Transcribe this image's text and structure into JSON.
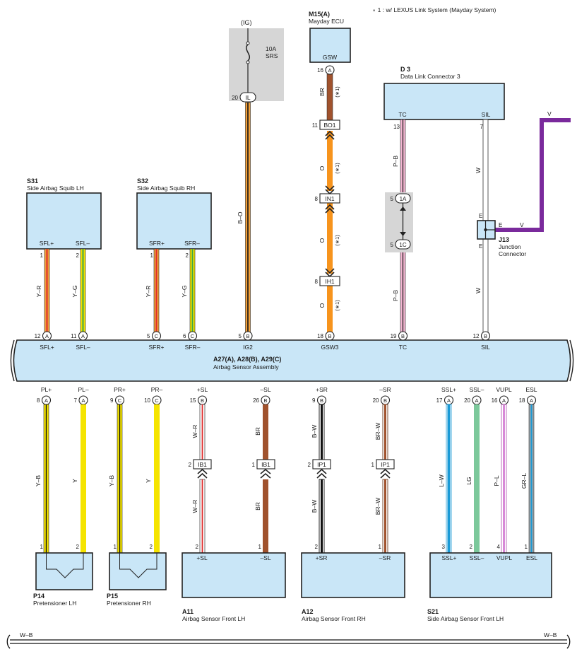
{
  "note": "∘ 1 : w/ LEXUS Link System (Mayday System)",
  "ig": {
    "label": "(IG)",
    "fuse_amp": "10A",
    "fuse_name": "SRS",
    "pin": "20",
    "conn": "IL"
  },
  "m15": {
    "code": "M15(A)",
    "name": "Mayday ECU",
    "terminal": "GSW",
    "pin": "16",
    "conn": "A"
  },
  "d3": {
    "code": "D 3",
    "name": "Data Link Connector 3",
    "term_tc": "TC",
    "term_sil": "SIL",
    "pin_tc": "13",
    "pin_sil": "7"
  },
  "s31": {
    "code": "S31",
    "name": "Side Airbag Squib LH",
    "t1": "SFL+",
    "t2": "SFL–",
    "p1": "1",
    "p2": "2"
  },
  "s32": {
    "code": "S32",
    "name": "Side Airbag Squib RH",
    "t1": "SFR+",
    "t2": "SFR–",
    "p1": "1",
    "p2": "2"
  },
  "j13": {
    "code": "J13",
    "name1": "Junction",
    "name2": "Connector",
    "e": "E",
    "v": "V"
  },
  "wires": {
    "yr": "Y–R",
    "yg": "Y–G",
    "bo": "B–O",
    "br": "BR",
    "o": "O",
    "pb": "P–B",
    "w": "W",
    "v": "V",
    "wr": "W–R",
    "bw": "B–W",
    "brw": "BR–W",
    "yb": "Y–B",
    "y": "Y",
    "lw": "L–W",
    "lg": "LG",
    "pl": "P–L",
    "grl": "GR–L",
    "wb": "W–B",
    "star1": "(∗1)"
  },
  "inline": {
    "bo1": "BO1",
    "in1": "IN1",
    "ih1": "IH1",
    "bo1_pin": "11",
    "in1_pin": "8",
    "ih1_pin": "8",
    "c1a": "1A",
    "c1c": "1C",
    "c1a_pin": "5",
    "c1c_pin": "5",
    "ib1": "IB1",
    "ip1": "IP1",
    "ib1a_pin": "2",
    "ib1b_pin": "1",
    "ip1a_pin": "2",
    "ip1b_pin": "1"
  },
  "asm": {
    "title": "A27(A), A28(B), A29(C)",
    "name": "Airbag Sensor Assembly",
    "top": [
      {
        "label": "SFL+",
        "pin": "12",
        "conn": "A"
      },
      {
        "label": "SFL–",
        "pin": "11",
        "conn": "A"
      },
      {
        "label": "SFR+",
        "pin": "5",
        "conn": "C"
      },
      {
        "label": "SFR–",
        "pin": "6",
        "conn": "C"
      },
      {
        "label": "IG2",
        "pin": "5",
        "conn": "B"
      },
      {
        "label": "GSW3",
        "pin": "18",
        "conn": "B"
      },
      {
        "label": "TC",
        "pin": "19",
        "conn": "B"
      },
      {
        "label": "SIL",
        "pin": "12",
        "conn": "B"
      }
    ],
    "bottom": [
      {
        "label": "PL+",
        "pin": "8",
        "conn": "A"
      },
      {
        "label": "PL–",
        "pin": "7",
        "conn": "A"
      },
      {
        "label": "PR+",
        "pin": "9",
        "conn": "C"
      },
      {
        "label": "PR–",
        "pin": "10",
        "conn": "C"
      },
      {
        "label": "+SL",
        "pin": "15",
        "conn": "B"
      },
      {
        "label": "–SL",
        "pin": "26",
        "conn": "B"
      },
      {
        "label": "+SR",
        "pin": "9",
        "conn": "B"
      },
      {
        "label": "–SR",
        "pin": "20",
        "conn": "B"
      },
      {
        "label": "SSL+",
        "pin": "17",
        "conn": "A"
      },
      {
        "label": "SSL–",
        "pin": "20",
        "conn": "A"
      },
      {
        "label": "VUPL",
        "pin": "16",
        "conn": "A"
      },
      {
        "label": "ESL",
        "pin": "18",
        "conn": "A"
      }
    ]
  },
  "p14": {
    "code": "P14",
    "name": "Pretensioner LH",
    "p1": "1",
    "p2": "2"
  },
  "p15": {
    "code": "P15",
    "name": "Pretensioner RH",
    "p1": "1",
    "p2": "2"
  },
  "a11": {
    "code": "A11",
    "name": "Airbag Sensor Front LH",
    "t1": "+SL",
    "t2": "–SL",
    "p1": "2",
    "p2": "1"
  },
  "a12": {
    "code": "A12",
    "name": "Airbag Sensor Front RH",
    "t1": "+SR",
    "t2": "–SR",
    "p1": "2",
    "p2": "1"
  },
  "s21": {
    "code": "S21",
    "name": "Side Airbag Sensor Front LH",
    "t1": "SSL+",
    "t2": "SSL–",
    "t3": "VUPL",
    "t4": "ESL",
    "p1": "3",
    "p2": "2",
    "p3": "4",
    "p4": "1"
  }
}
